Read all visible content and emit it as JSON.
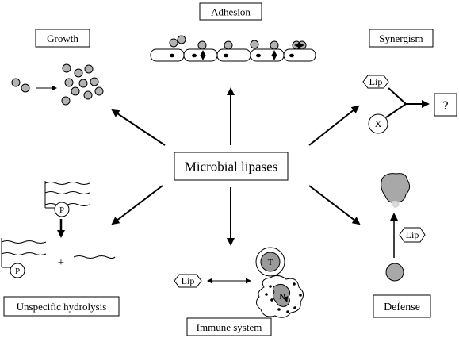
{
  "center": {
    "label": "Microbial lipases"
  },
  "boxes": {
    "adhesion": "Adhesion",
    "growth": "Growth",
    "synergism": "Synergism",
    "question": "?",
    "defense": "Defense",
    "immune": "Immune system",
    "hydrolysis": "Unspecific hydrolysis"
  },
  "symbols": {
    "lip": "Lip",
    "x": "X",
    "p": "P",
    "t": "T",
    "n": "N",
    "plus": "+"
  },
  "colors": {
    "stroke": "#000000",
    "cell_fill": "#b3b3b3",
    "nucleus_fill": "#9a9a9a",
    "secretion_fill": "#a8a8a8",
    "secretion_light": "#d9d9d9"
  }
}
